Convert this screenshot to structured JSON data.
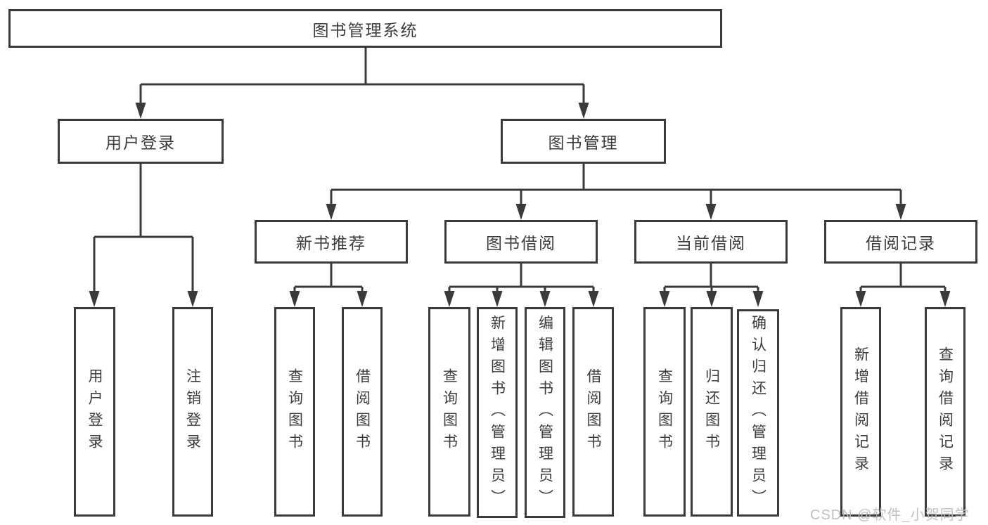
{
  "diagram": {
    "root": {
      "label": "图书管理系统"
    },
    "level2": {
      "user_login": {
        "label": "用户登录"
      },
      "book_management": {
        "label": "图书管理"
      }
    },
    "level3": {
      "new_book_recommend": {
        "label": "新书推荐"
      },
      "book_borrowing": {
        "label": "图书借阅"
      },
      "current_borrowing": {
        "label": "当前借阅"
      },
      "borrowing_records": {
        "label": "借阅记录"
      }
    },
    "leaves": {
      "user_login": {
        "label": "用户登录"
      },
      "logout": {
        "label": "注销登录"
      },
      "rec_query_books": {
        "label": "查询图书"
      },
      "rec_borrow_books": {
        "label": "借阅图书"
      },
      "bor_query_books": {
        "label": "查询图书"
      },
      "bor_add_books_admin": {
        "label": "新增图书（管理员）"
      },
      "bor_edit_books_admin": {
        "label": "编辑图书（管理员）"
      },
      "bor_borrow_books": {
        "label": "借阅图书"
      },
      "cur_query_books": {
        "label": "查询图书"
      },
      "cur_return_books": {
        "label": "归还图书"
      },
      "cur_confirm_return_admin": {
        "label": "确认归还（管理员）"
      },
      "log_add_record": {
        "label": "新增借阅记录"
      },
      "log_query_record": {
        "label": "查询借阅记录"
      }
    },
    "watermark": "CSDN @软件_小贺同学",
    "colors": {
      "line": "#3a3a3a",
      "text": "#3c3c3c",
      "background": "#ffffff",
      "watermark": "#b9b9b9"
    }
  }
}
